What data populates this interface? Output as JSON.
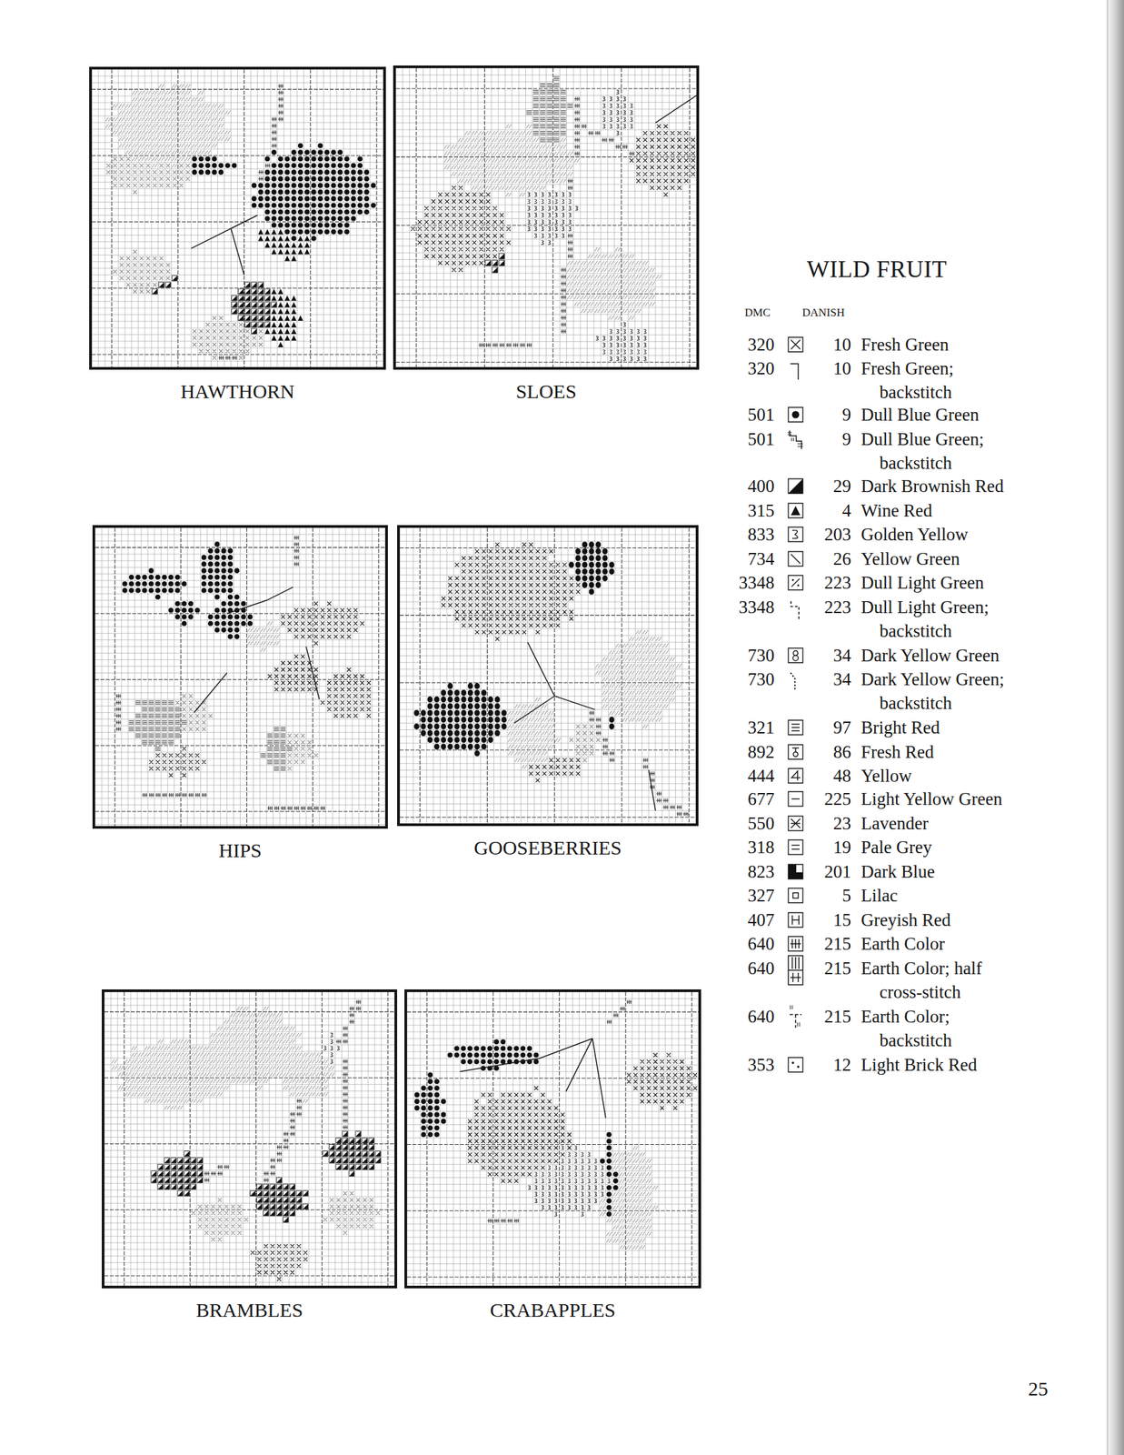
{
  "diagram": {
    "title": "WILD FRUIT",
    "nodes": [
      {
        "text": [
          "HAWTHORN"
        ]
      },
      {
        "text": [
          "SLOES"
        ]
      },
      {
        "text": [
          "HIPS"
        ]
      },
      {
        "text": [
          "GOOSEBERRIES"
        ]
      },
      {
        "text": [
          "BRAMBLES"
        ]
      },
      {
        "text": [
          "CRABAPPLES"
        ]
      }
    ],
    "labels": [
      "DMC",
      "DANISH",
      "320",
      "10",
      "320",
      "10",
      "501",
      "9",
      "501",
      "9",
      "400",
      "29",
      "315",
      "4",
      "833",
      "203",
      "734",
      "26",
      "3348",
      "223",
      "3348",
      "223",
      "730",
      "34",
      "730",
      "34",
      "321",
      "97",
      "892",
      "86",
      "444",
      "48",
      "677",
      "225",
      "550",
      "23",
      "318",
      "19",
      "823",
      "201",
      "327",
      "5",
      "407",
      "15",
      "640",
      "215",
      "640",
      "215",
      "640",
      "215",
      "353",
      "12",
      "25"
    ],
    "legend": [
      {
        "text": "Fresh Green"
      },
      {
        "text": "Fresh Green; backstitch"
      },
      {
        "text": "Dull Blue Green"
      },
      {
        "text": "Dull Blue Green; backstitch"
      },
      {
        "text": "Dark Brownish Red"
      },
      {
        "text": "Wine Red"
      },
      {
        "text": "Golden Yellow"
      },
      {
        "text": "Yellow Green"
      },
      {
        "text": "Dull Light Green"
      },
      {
        "text": "Dull Light Green; backstitch"
      },
      {
        "text": "Dark Yellow Green"
      },
      {
        "text": "Dark Yellow Green; backstitch"
      },
      {
        "text": "Bright Red"
      },
      {
        "text": "Fresh Red"
      },
      {
        "text": "Yellow"
      },
      {
        "text": "Light Yellow Green"
      },
      {
        "text": "Lavender"
      },
      {
        "text": "Pale Grey"
      },
      {
        "text": "Dark Blue"
      },
      {
        "text": "Lilac"
      },
      {
        "text": "Greyish Red"
      },
      {
        "text": "Earth Color"
      },
      {
        "text": "Earth Color; half cross-stitch"
      },
      {
        "text": "Earth Color; backstitch"
      },
      {
        "text": "Light Brick Red"
      }
    ]
  }
}
